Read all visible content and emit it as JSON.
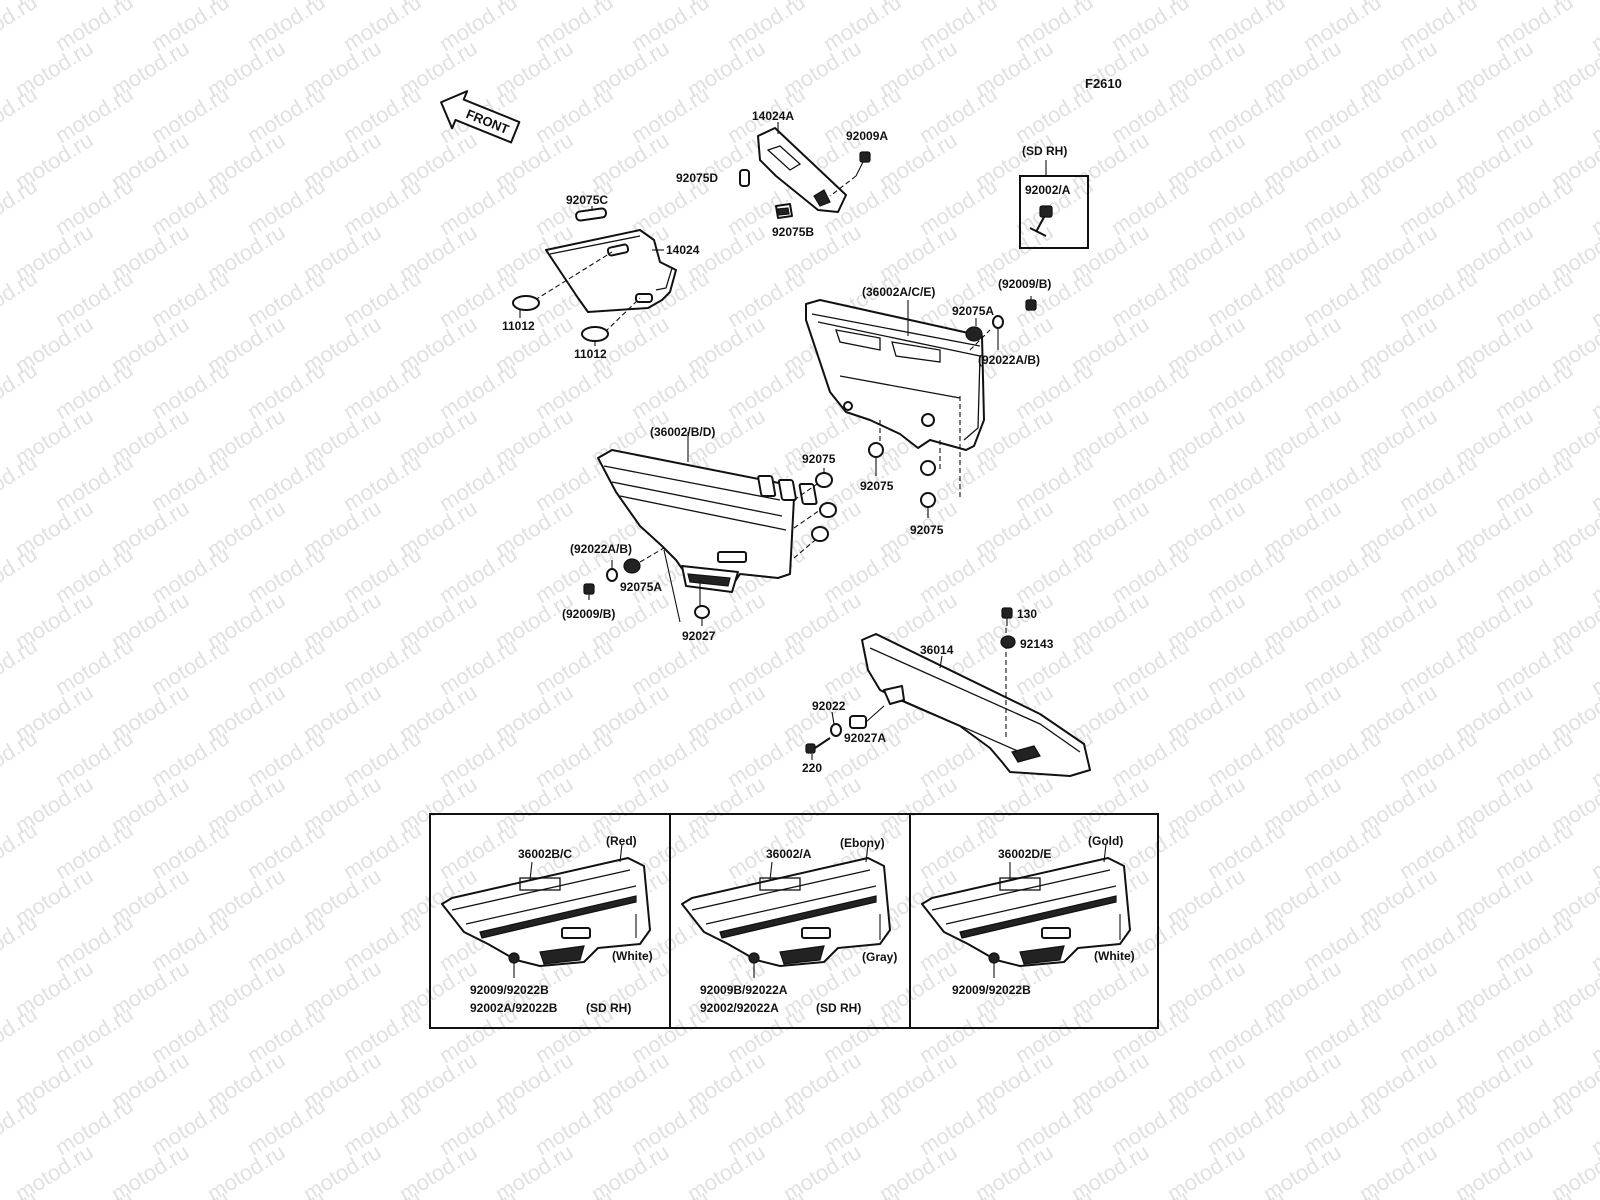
{
  "watermark": "motod.ru",
  "figure_code": "F2610",
  "front_arrow": "FRONT",
  "sd_rh_box": {
    "title": "(SD RH)",
    "part": "92002/A"
  },
  "callouts": {
    "c14024A": "14024A",
    "c92009A": "92009A",
    "c92075D": "92075D",
    "c92075B": "92075B",
    "c92075C": "92075C",
    "c14024": "14024",
    "c11012a": "11012",
    "c11012b": "11012",
    "c36002ACE": "(36002A/C/E)",
    "c92009B_top": "(92009/B)",
    "c92075A_top": "92075A",
    "c92022AB_top": "(92022A/B)",
    "c36002BD": "(36002/B/D)",
    "c92075_left": "92075",
    "c92075_mid": "92075",
    "c92075_right": "92075",
    "c92022AB_left": "(92022A/B)",
    "c92075A_left": "92075A",
    "c92009B_left": "(92009/B)",
    "c92027": "92027",
    "c130": "130",
    "c92143": "92143",
    "c36014": "36014",
    "c92022": "92022",
    "c92027A": "92027A",
    "c220": "220"
  },
  "variants": [
    {
      "part": "36002B/C",
      "top_color": "(Red)",
      "bottom_color": "(White)",
      "note1": "92009/92022B",
      "note2": "92002A/92022B",
      "side": "(SD RH)"
    },
    {
      "part": "36002/A",
      "top_color": "(Ebony)",
      "bottom_color": "(Gray)",
      "note1": "92009B/92022A",
      "note2": "92002/92022A",
      "side": "(SD RH)"
    },
    {
      "part": "36002D/E",
      "top_color": "(Gold)",
      "bottom_color": "(White)",
      "note1": "92009/92022B",
      "note2": "",
      "side": ""
    }
  ]
}
